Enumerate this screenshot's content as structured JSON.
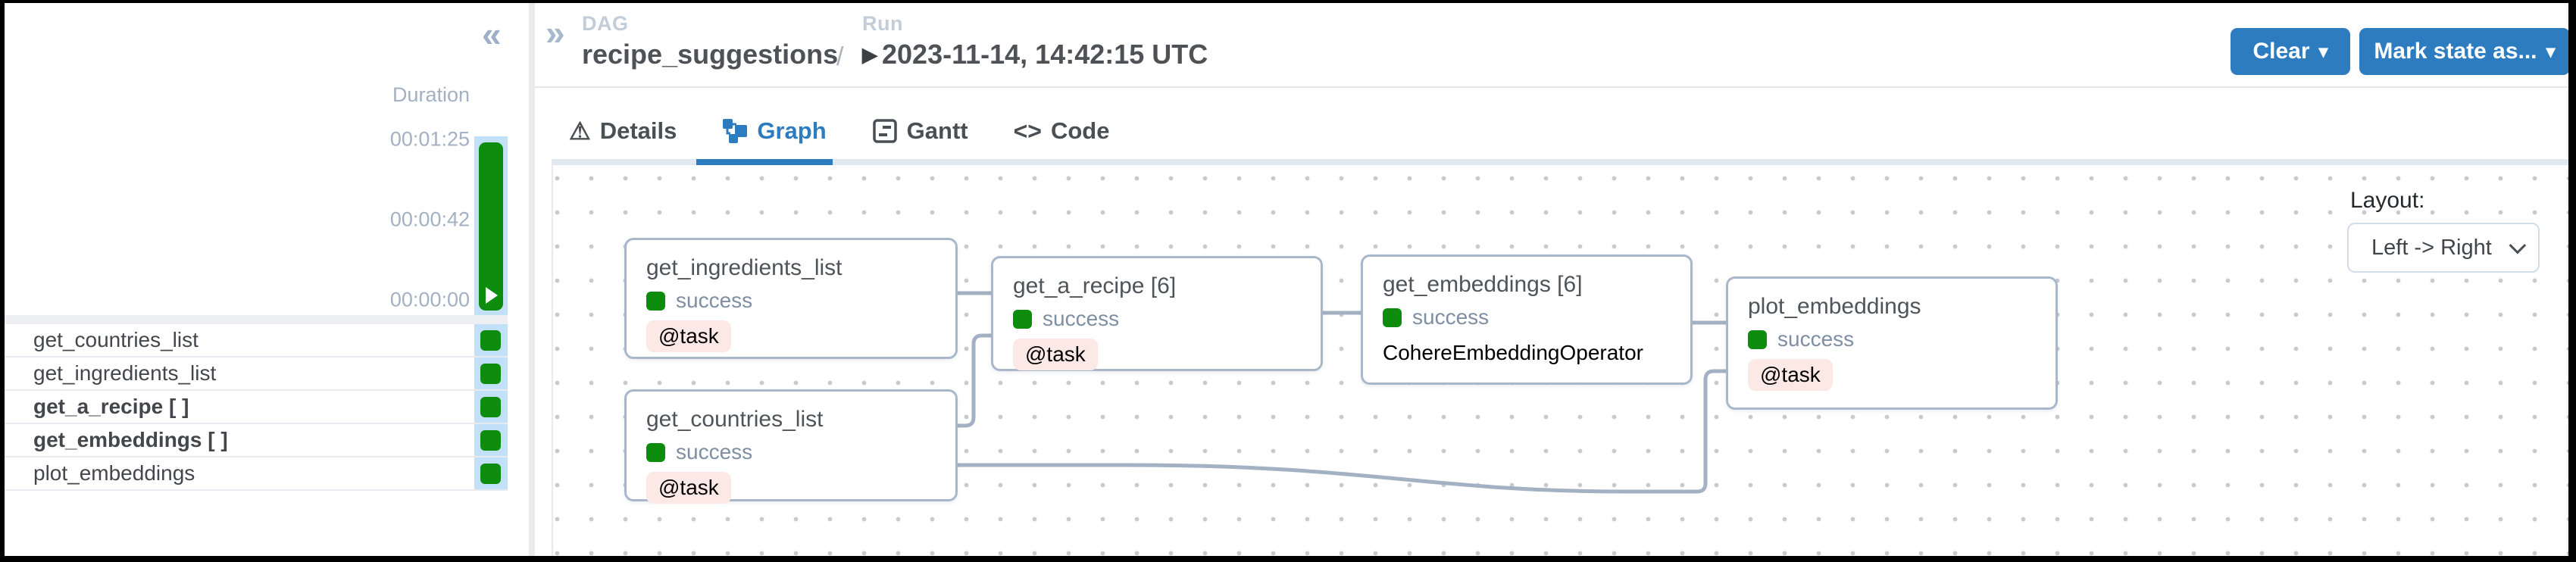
{
  "icons": {
    "collapse": "«",
    "expand": "»",
    "caret_down": "▾",
    "play": "▶",
    "warning": "⚠",
    "code": "<>",
    "slash": "/"
  },
  "header": {
    "dag_label": "DAG",
    "dag_name": "recipe_suggestions",
    "run_label": "Run",
    "run_value": "2023-11-14, 14:42:15 UTC",
    "clear_button": "Clear",
    "mark_state_button": "Mark state as..."
  },
  "tabs": [
    {
      "label": "Details"
    },
    {
      "label": "Graph"
    },
    {
      "label": "Gantt"
    },
    {
      "label": "Code"
    }
  ],
  "active_tab": "Graph",
  "sidebar": {
    "duration_label": "Duration",
    "ticks": [
      "00:01:25",
      "00:00:42",
      "00:00:00"
    ],
    "run_bar": {
      "status": "success"
    },
    "tasks": [
      {
        "label": "get_countries_list",
        "status": "success",
        "bold": false
      },
      {
        "label": "get_ingredients_list",
        "status": "success",
        "bold": false
      },
      {
        "label": "get_a_recipe [ ]",
        "status": "success",
        "bold": true
      },
      {
        "label": "get_embeddings [ ]",
        "status": "success",
        "bold": true
      },
      {
        "label": "plot_embeddings",
        "status": "success",
        "bold": false
      }
    ]
  },
  "graph": {
    "layout_label": "Layout:",
    "layout_value": "Left -> Right",
    "nodes": [
      {
        "title": "get_ingredients_list",
        "status": "success",
        "badge": "@task"
      },
      {
        "title": "get_countries_list",
        "status": "success",
        "badge": "@task"
      },
      {
        "title": "get_a_recipe [6]",
        "status": "success",
        "badge": "@task"
      },
      {
        "title": "get_embeddings [6]",
        "status": "success",
        "badge": "CohereEmbeddingOperator"
      },
      {
        "title": "plot_embeddings",
        "status": "success",
        "badge": "@task"
      }
    ],
    "edges": [
      "get_ingredients_list -> get_a_recipe",
      "get_countries_list -> get_a_recipe",
      "get_a_recipe -> get_embeddings",
      "get_embeddings -> plot_embeddings",
      "get_countries_list -> plot_embeddings"
    ]
  },
  "colors": {
    "accent_blue": "#2e7cc0",
    "success_green": "#0e8c0e",
    "badge_pink": "#fce8e4",
    "selection_blue": "#c2e1f8",
    "edge_gray": "#a3b1c2"
  }
}
